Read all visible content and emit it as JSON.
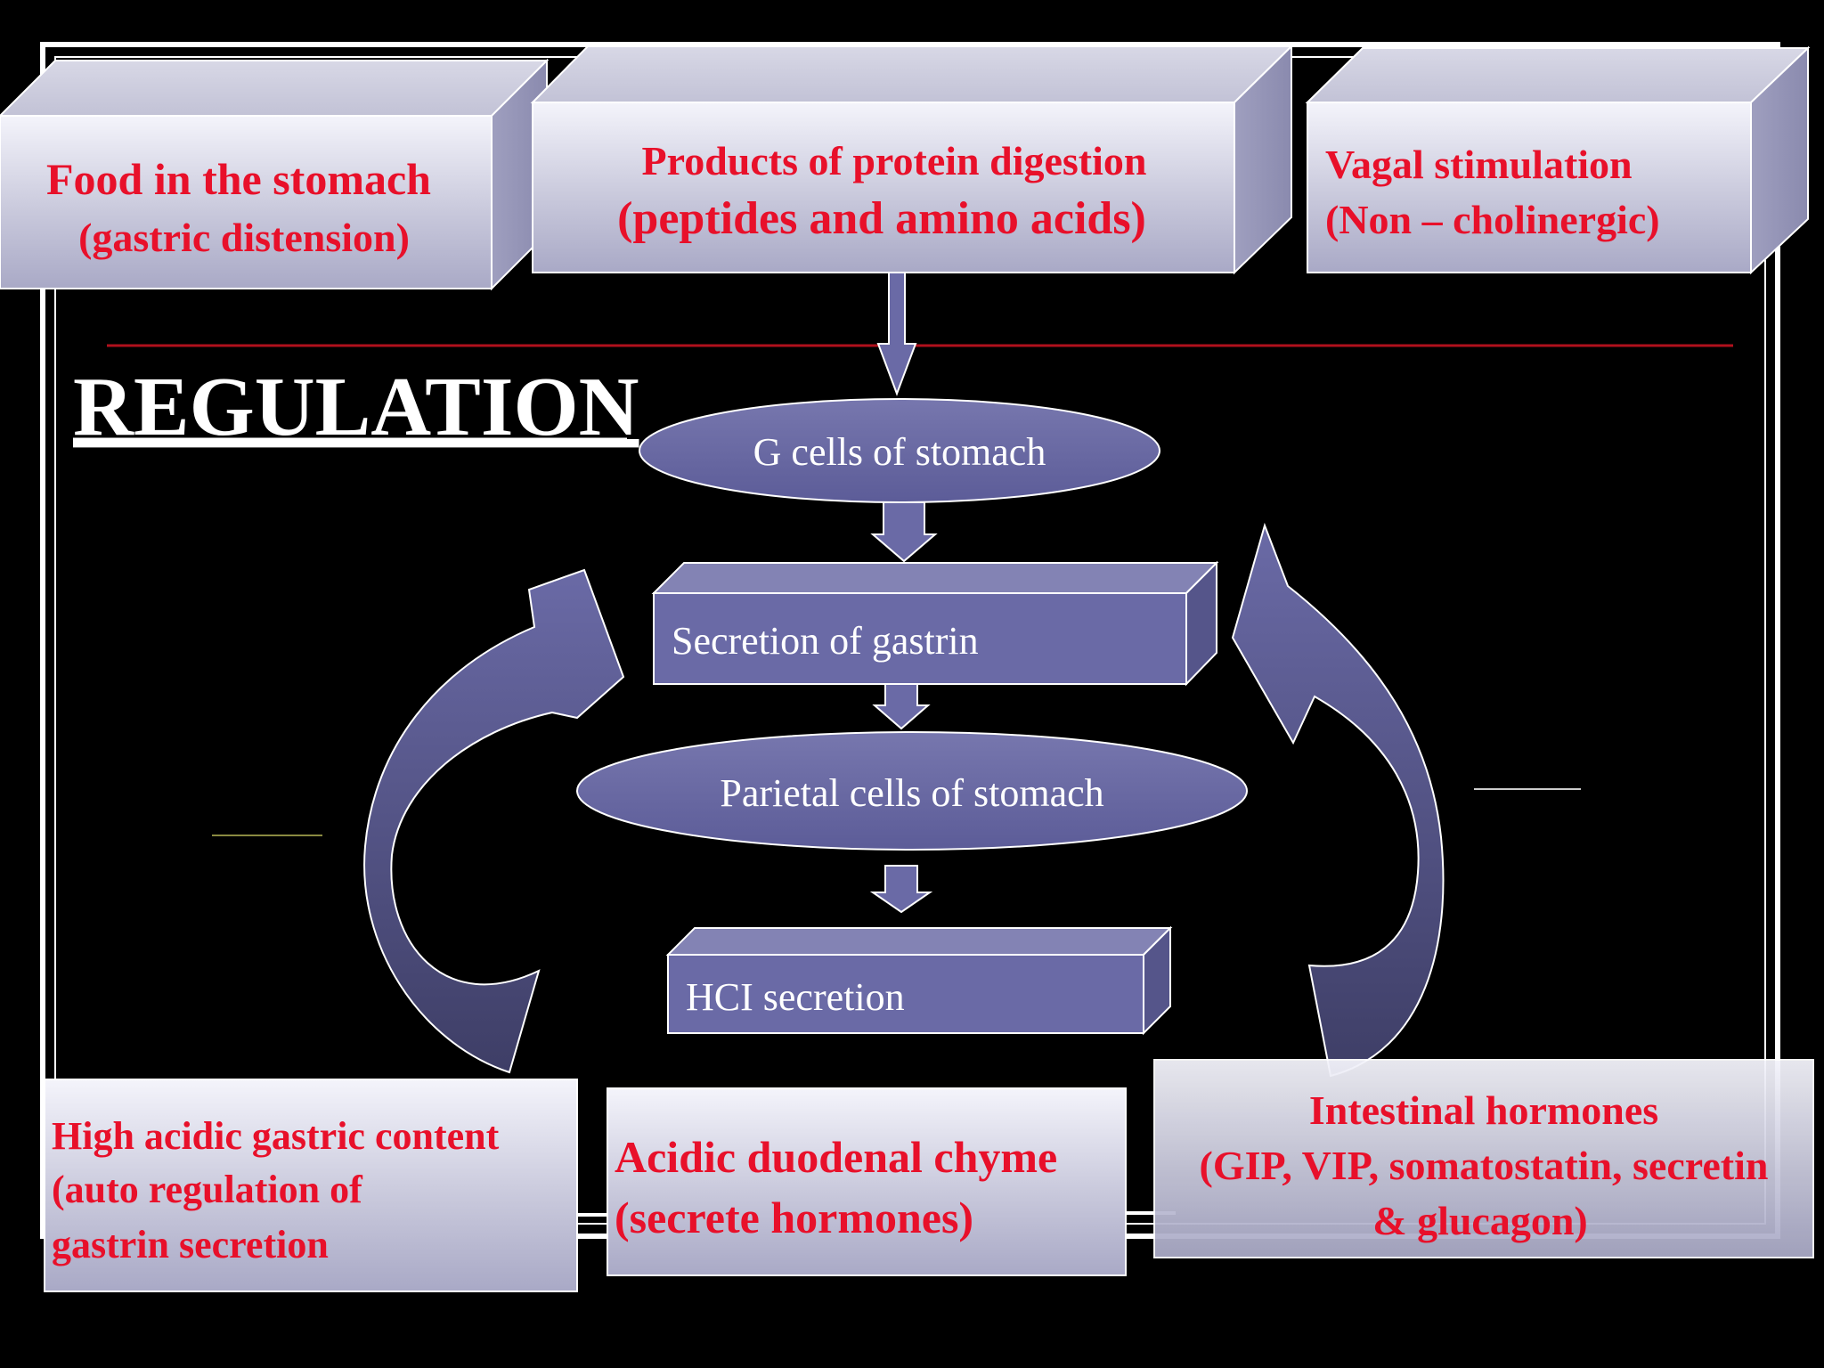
{
  "title": "REGULATION",
  "top_boxes": [
    {
      "lines": [
        "Food in the stomach",
        "(gastric distension)"
      ]
    },
    {
      "lines": [
        "Products of protein digestion",
        "(peptides and amino acids)"
      ]
    },
    {
      "lines": [
        "Vagal stimulation",
        "(Non – cholinergic)"
      ]
    }
  ],
  "center": {
    "g_cells": "G cells of stomach",
    "gastrin": "Secretion of gastrin",
    "parietal": "Parietal cells of stomach",
    "hcl": "HCI secretion"
  },
  "bottom_boxes": [
    {
      "lines": [
        "High acidic gastric content",
        "(auto regulation of",
        "gastrin secretion"
      ]
    },
    {
      "lines": [
        "Acidic duodenal chyme",
        "(secrete hormones)"
      ]
    },
    {
      "lines": [
        "Intestinal hormones",
        "(GIP, VIP, somatostatin, secretin",
        "& glucagon)"
      ]
    }
  ],
  "colors": {
    "box_text": "#e8102a",
    "node_fill": "#6a6aa6",
    "background": "#000000"
  }
}
